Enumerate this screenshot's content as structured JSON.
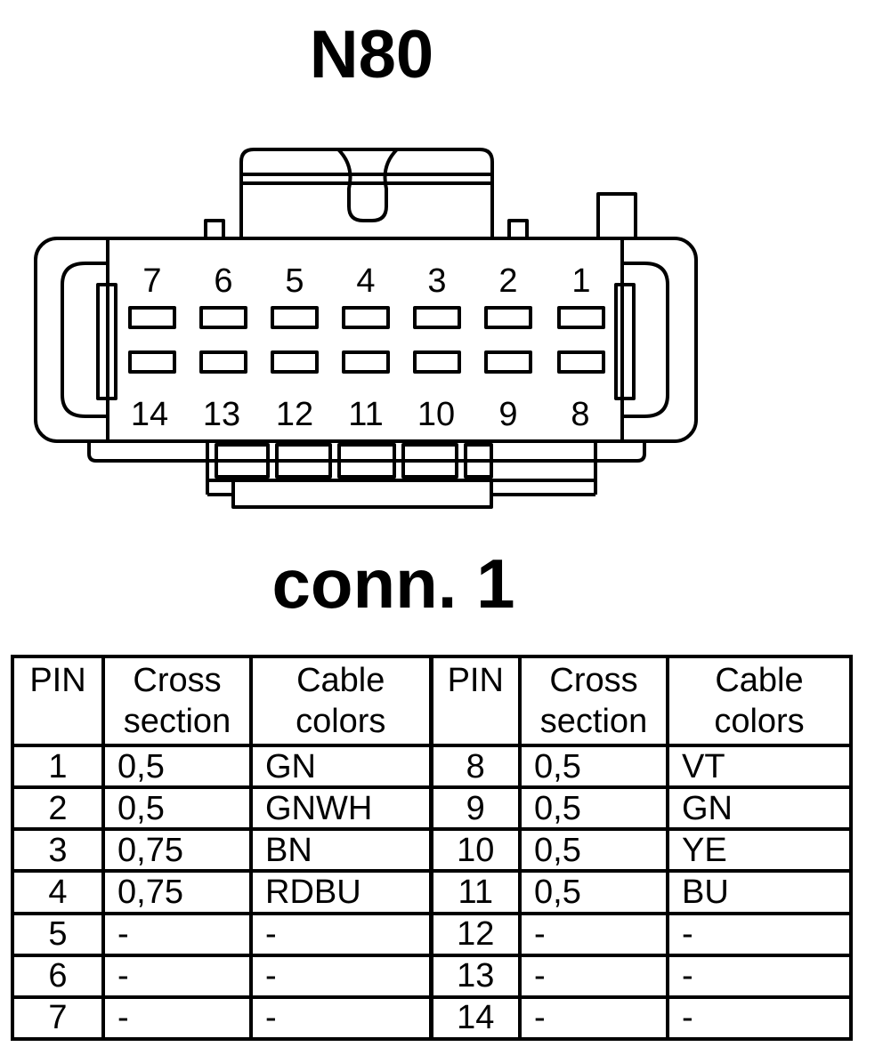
{
  "title": "N80",
  "connector_label": "conn. 1",
  "pins_top": [
    "7",
    "6",
    "5",
    "4",
    "3",
    "2",
    "1"
  ],
  "pins_bottom": [
    "14",
    "13",
    "12",
    "11",
    "10",
    "9",
    "8"
  ],
  "table": {
    "headers": {
      "pin": "PIN",
      "cross_1": "Cross",
      "cross_2": "section",
      "cable_1": "Cable",
      "cable_2": "colors"
    },
    "rows": [
      {
        "pin_a": "1",
        "cross_a": "0,5",
        "color_a": "GN",
        "pin_b": "8",
        "cross_b": "0,5",
        "color_b": "VT"
      },
      {
        "pin_a": "2",
        "cross_a": "0,5",
        "color_a": "GNWH",
        "pin_b": "9",
        "cross_b": "0,5",
        "color_b": "GN"
      },
      {
        "pin_a": "3",
        "cross_a": "0,75",
        "color_a": "BN",
        "pin_b": "10",
        "cross_b": "0,5",
        "color_b": "YE"
      },
      {
        "pin_a": "4",
        "cross_a": "0,75",
        "color_a": "RDBU",
        "pin_b": "11",
        "cross_b": "0,5",
        "color_b": "BU"
      },
      {
        "pin_a": "5",
        "cross_a": "-",
        "color_a": "-",
        "pin_b": "12",
        "cross_b": "-",
        "color_b": "-"
      },
      {
        "pin_a": "6",
        "cross_a": "-",
        "color_a": "-",
        "pin_b": "13",
        "cross_b": "-",
        "color_b": "-"
      },
      {
        "pin_a": "7",
        "cross_a": "-",
        "color_a": "-",
        "pin_b": "14",
        "cross_b": "-",
        "color_b": "-"
      }
    ]
  }
}
